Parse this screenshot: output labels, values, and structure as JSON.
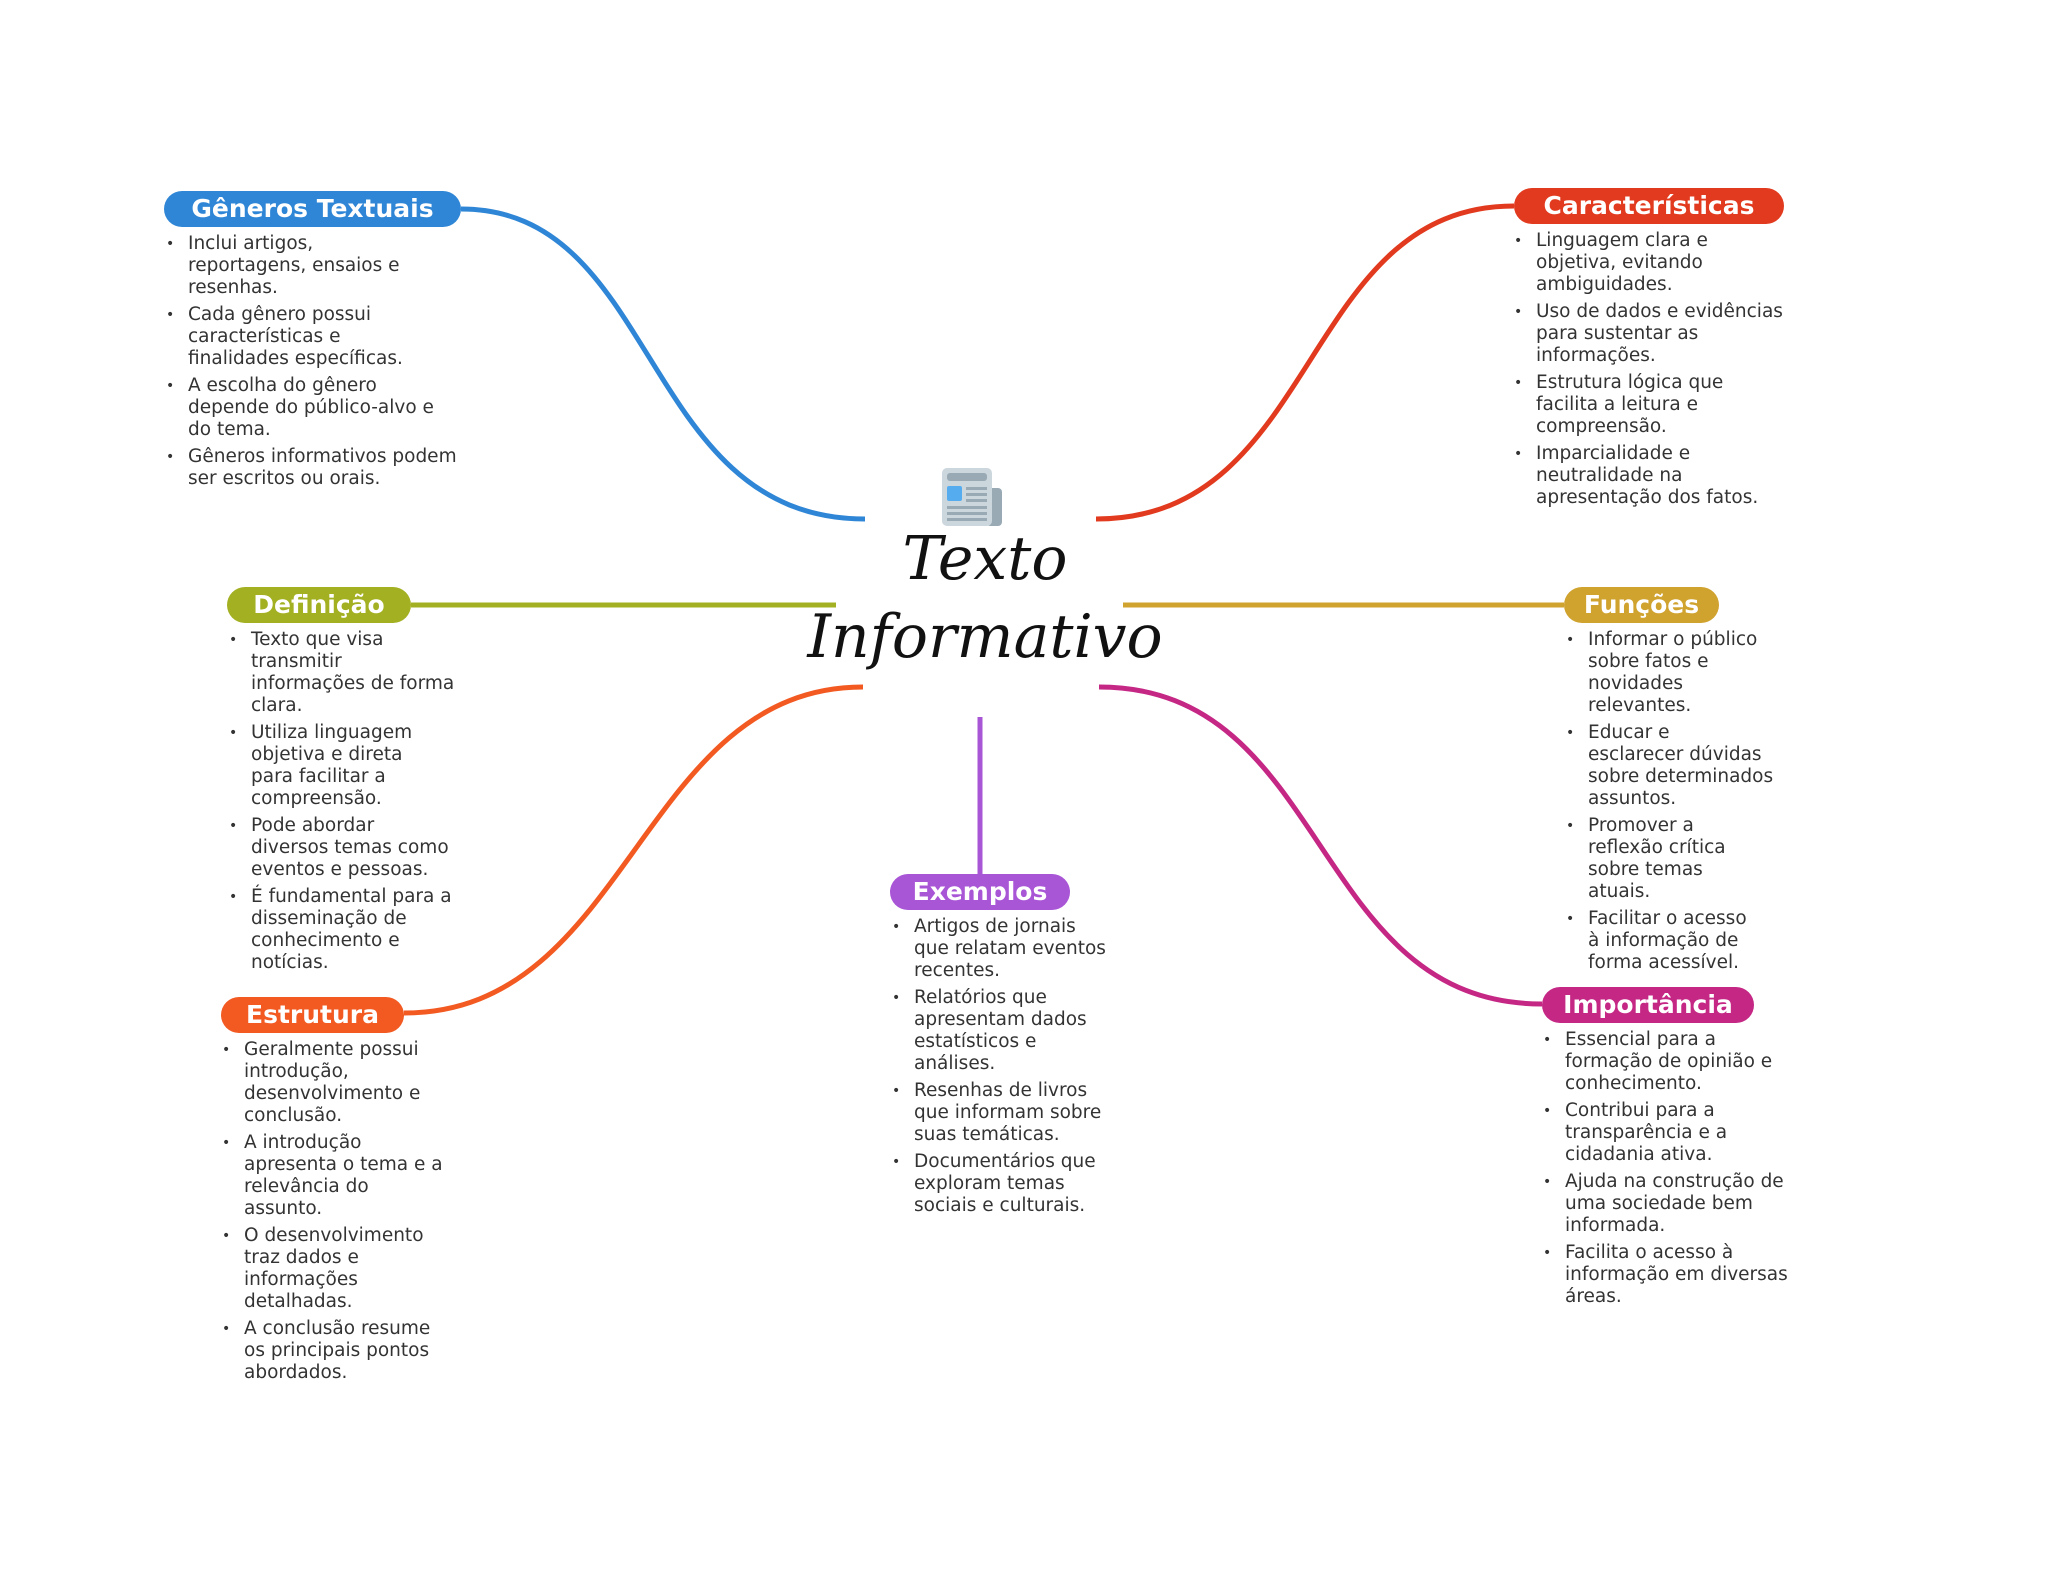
{
  "center": {
    "title_line1": "Texto",
    "title_line2": "Informativo",
    "icon": "newspaper-icon"
  },
  "colors": {
    "generos": "#2f86d6",
    "caracteristicas": "#e23a1e",
    "definicao": "#a3b021",
    "funcoes": "#d0a22e",
    "estrutura": "#f25a22",
    "exemplos": "#a855d6",
    "importancia": "#c52785"
  },
  "branches": {
    "generos": {
      "label": "Gêneros Textuais",
      "items": [
        [
          "Inclui artigos,",
          "reportagens, ensaios e",
          "resenhas."
        ],
        [
          "Cada gênero possui",
          "características e",
          "finalidades específicas."
        ],
        [
          "A escolha do gênero",
          "depende do público-alvo e",
          "do tema."
        ],
        [
          "Gêneros informativos podem",
          "ser escritos ou orais."
        ]
      ]
    },
    "caracteristicas": {
      "label": "Características",
      "items": [
        [
          "Linguagem clara e",
          "objetiva, evitando",
          "ambiguidades."
        ],
        [
          "Uso de dados e evidências",
          "para sustentar as",
          "informações."
        ],
        [
          "Estrutura lógica que",
          "facilita a leitura e",
          "compreensão."
        ],
        [
          "Imparcialidade e",
          "neutralidade na",
          "apresentação dos fatos."
        ]
      ]
    },
    "definicao": {
      "label": "Definição",
      "items": [
        [
          "Texto que visa",
          "transmitir",
          "informações de forma",
          "clara."
        ],
        [
          "Utiliza linguagem",
          "objetiva e direta",
          "para facilitar a",
          "compreensão."
        ],
        [
          "Pode abordar",
          "diversos temas como",
          "eventos e pessoas."
        ],
        [
          "É fundamental para a",
          "disseminação de",
          "conhecimento e",
          "notícias."
        ]
      ]
    },
    "funcoes": {
      "label": "Funções",
      "items": [
        [
          "Informar o público",
          "sobre fatos e",
          "novidades",
          "relevantes."
        ],
        [
          "Educar e",
          "esclarecer dúvidas",
          "sobre determinados",
          "assuntos."
        ],
        [
          "Promover a",
          "reflexão crítica",
          "sobre temas",
          "atuais."
        ],
        [
          "Facilitar o acesso",
          "à informação de",
          "forma acessível."
        ]
      ]
    },
    "estrutura": {
      "label": "Estrutura",
      "items": [
        [
          "Geralmente possui",
          "introdução,",
          "desenvolvimento e",
          "conclusão."
        ],
        [
          "A introdução",
          "apresenta o tema e a",
          "relevância do",
          "assunto."
        ],
        [
          "O desenvolvimento",
          "traz dados e",
          "informações",
          "detalhadas."
        ],
        [
          "A conclusão resume",
          "os principais pontos",
          "abordados."
        ]
      ]
    },
    "exemplos": {
      "label": "Exemplos",
      "items": [
        [
          "Artigos de jornais",
          "que relatam eventos",
          "recentes."
        ],
        [
          "Relatórios que",
          "apresentam dados",
          "estatísticos e",
          "análises."
        ],
        [
          "Resenhas de livros",
          "que informam sobre",
          "suas temáticas."
        ],
        [
          "Documentários que",
          "exploram temas",
          "sociais e culturais."
        ]
      ]
    },
    "importancia": {
      "label": "Importância",
      "items": [
        [
          "Essencial para a",
          "formação de opinião e",
          "conhecimento."
        ],
        [
          "Contribui para a",
          "transparência e a",
          "cidadania ativa."
        ],
        [
          "Ajuda na construção de",
          "uma sociedade bem",
          "informada."
        ],
        [
          "Facilita o acesso à",
          "informação em diversas",
          "áreas."
        ]
      ]
    }
  }
}
